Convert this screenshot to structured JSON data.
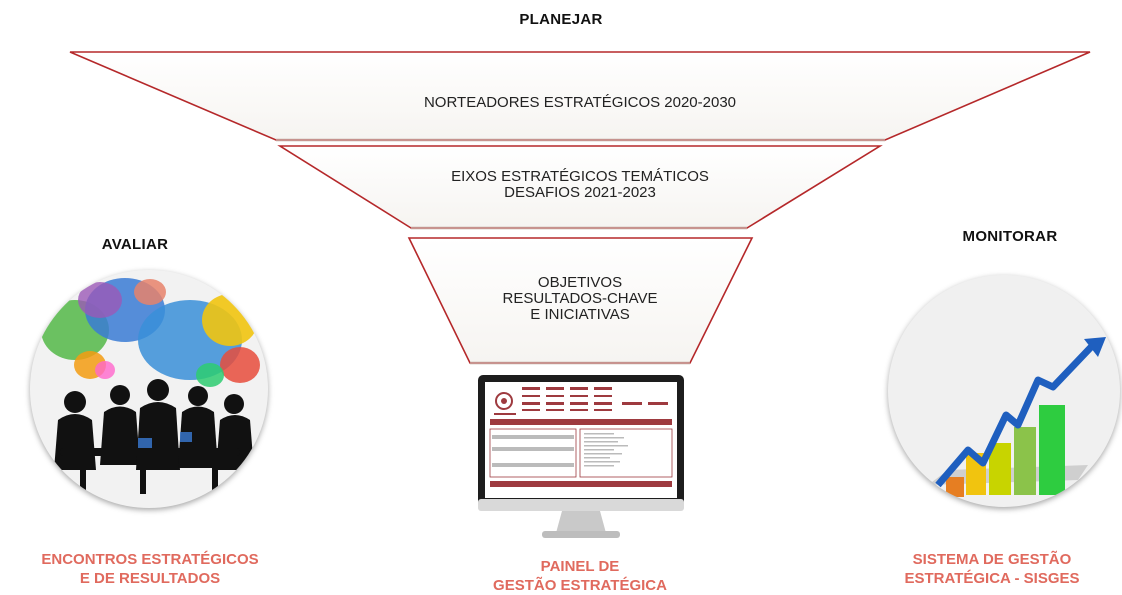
{
  "headings": {
    "plan": "PLANEJAR",
    "evaluate": "AVALIAR",
    "monitor": "MONITORAR"
  },
  "funnel": {
    "level1": "NORTEADORES ESTRATÉGICOS 2020-2030",
    "level2_line1": "EIXOS ESTRATÉGICOS TEMÁTICOS",
    "level2_line2": "DESAFIOS 2021-2023",
    "level3_line1": "OBJETIVOS",
    "level3_line2": "RESULTADOS-CHAVE",
    "level3_line3": "E INICIATIVAS"
  },
  "captions": {
    "left_line1": "ENCONTROS ESTRATÉGICOS",
    "left_line2": "E DE RESULTADOS",
    "center_line1": "PAINEL DE",
    "center_line2": "GESTÃO ESTRATÉGICA",
    "right_line1": "SISTEMA DE GESTÃO",
    "right_line2": "ESTRATÉGICA - SISGES"
  },
  "colors": {
    "funnel_border": "#b5282a",
    "caption": "#e06a5e",
    "monitor_bar": "#9e3a3f"
  },
  "icons": {
    "evaluate": "meeting-speech-bubbles-icon",
    "center": "monitor-dashboard-icon",
    "monitor": "growth-chart-arrow-icon"
  }
}
